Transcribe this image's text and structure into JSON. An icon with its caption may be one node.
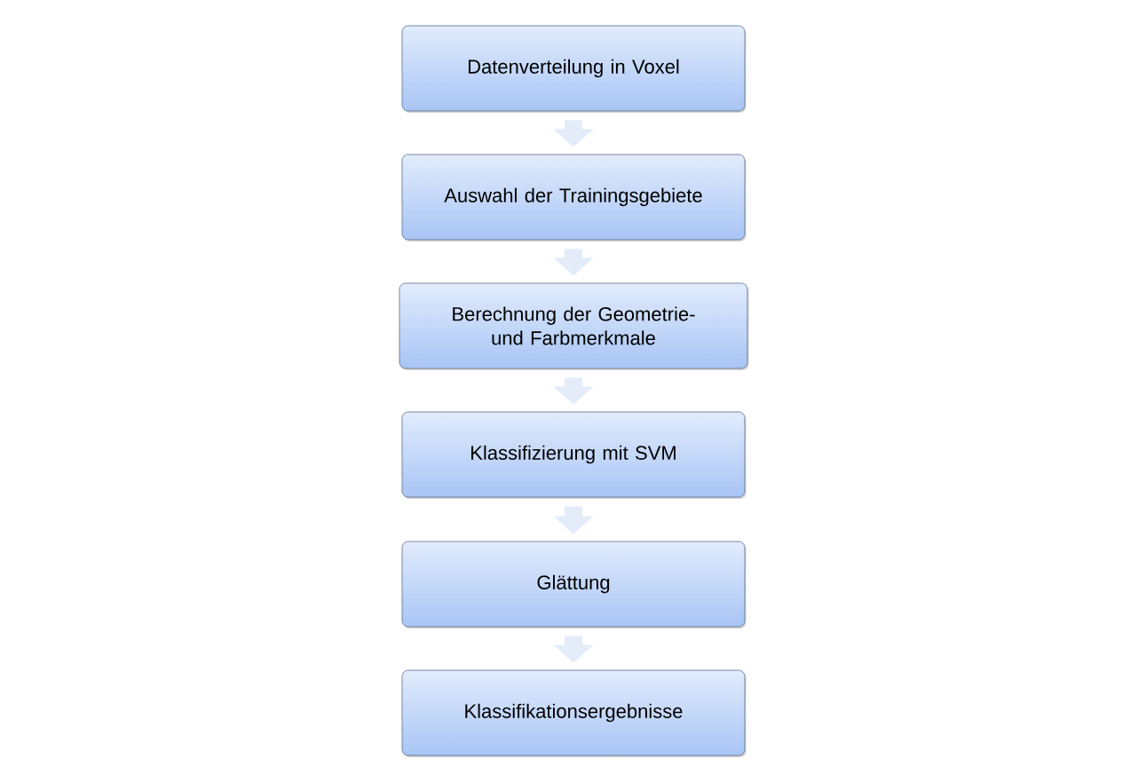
{
  "diagram": {
    "nodes": [
      {
        "text": [
          "Datenverteilung in Voxel"
        ]
      },
      {
        "text": [
          "Auswahl der Trainingsgebiete"
        ]
      },
      {
        "text": [
          "Berechnung der Geometrie- und Farbmerkmale"
        ]
      },
      {
        "text": [
          "Klassifizierung mit SVM"
        ]
      },
      {
        "text": [
          "Glättung"
        ]
      },
      {
        "text": [
          "Klassifikationsergebnisse"
        ]
      }
    ],
    "edges": [
      {
        "from": 0,
        "to": 1,
        "arrow": "to"
      },
      {
        "from": 1,
        "to": 2,
        "arrow": "to"
      },
      {
        "from": 2,
        "to": 3,
        "arrow": "to"
      },
      {
        "from": 3,
        "to": 4,
        "arrow": "to"
      },
      {
        "from": 4,
        "to": 5,
        "arrow": "to"
      }
    ]
  }
}
